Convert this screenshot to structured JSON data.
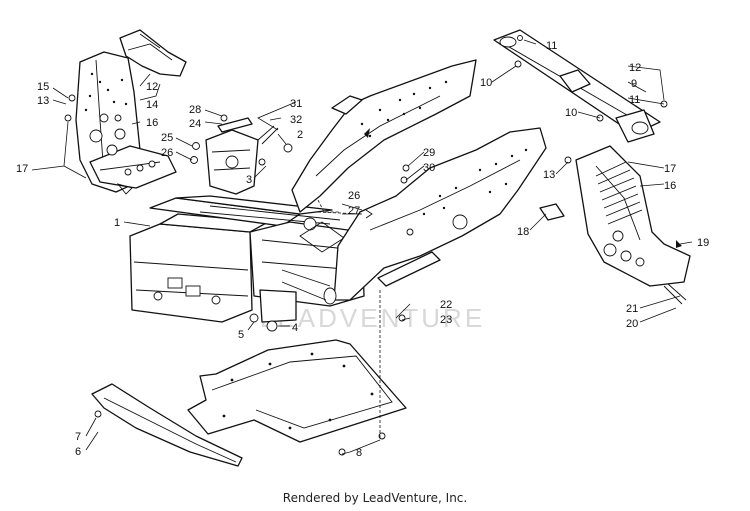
{
  "footer": {
    "text": "Rendered by LeadVenture, Inc."
  },
  "watermark": {
    "logo_text": "LEADVENTURE"
  },
  "callouts": [
    "1",
    "2",
    "3",
    "4",
    "5",
    "6",
    "7",
    "8",
    "9",
    "10",
    "11",
    "12",
    "13",
    "14",
    "15",
    "16",
    "17",
    "18",
    "19",
    "20",
    "21",
    "22",
    "23",
    "24",
    "25",
    "26",
    "27",
    "28",
    "29",
    "30",
    "31",
    "32"
  ],
  "labels": {
    "c15": "15",
    "c13a": "13",
    "c12a": "12",
    "c14": "14",
    "c16a": "16",
    "c17a": "17",
    "c28": "28",
    "c24": "24",
    "c25": "25",
    "c26a": "26",
    "c31": "31",
    "c32": "32",
    "c2": "2",
    "c3": "3",
    "c29": "29",
    "c30": "30",
    "c26b": "26",
    "c27": "27",
    "c1": "1",
    "c11a": "11",
    "c10a": "10",
    "c12b": "12",
    "c9": "9",
    "c11b": "11",
    "c10b": "10",
    "c17b": "17",
    "c16b": "16",
    "c13b": "13",
    "c18": "18",
    "c19": "19",
    "c21": "21",
    "c20": "20",
    "c22": "22",
    "c23": "23",
    "c5": "5",
    "c4": "4",
    "c7": "7",
    "c6": "6",
    "c8": "8"
  }
}
